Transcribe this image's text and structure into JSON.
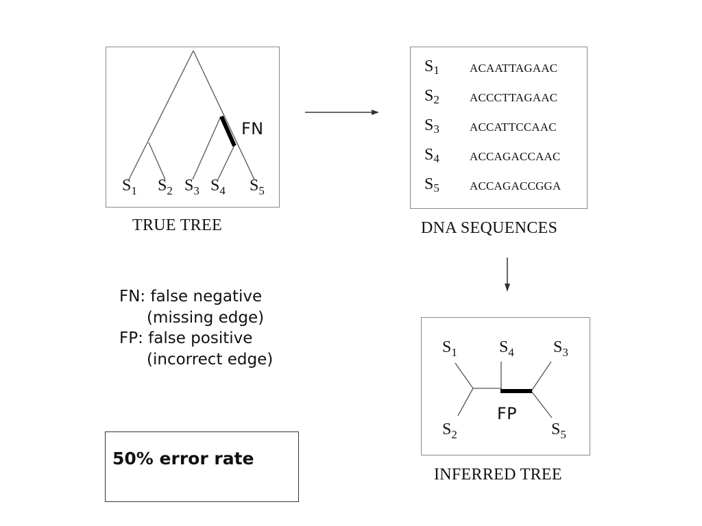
{
  "true_tree": {
    "caption": "TRUE TREE",
    "leaves": [
      {
        "label": "S",
        "index": "1"
      },
      {
        "label": "S",
        "index": "2"
      },
      {
        "label": "S",
        "index": "3"
      },
      {
        "label": "S",
        "index": "4"
      },
      {
        "label": "S",
        "index": "5"
      }
    ],
    "highlight_label": "FN"
  },
  "dna": {
    "caption": "DNA SEQUENCES",
    "rows": [
      {
        "label": "S",
        "index": "1",
        "sequence": "ACAATTAGAAC"
      },
      {
        "label": "S",
        "index": "2",
        "sequence": "ACCCTTAGAAC"
      },
      {
        "label": "S",
        "index": "3",
        "sequence": "ACCATTCCAAC"
      },
      {
        "label": "S",
        "index": "4",
        "sequence": "ACCAGACCAAC"
      },
      {
        "label": "S",
        "index": "5",
        "sequence": "ACCAGACCGGA"
      }
    ]
  },
  "inferred_tree": {
    "caption": "INFERRED TREE",
    "leaves": [
      {
        "label": "S",
        "index": "1"
      },
      {
        "label": "S",
        "index": "4"
      },
      {
        "label": "S",
        "index": "3"
      },
      {
        "label": "S",
        "index": "2"
      },
      {
        "label": "S",
        "index": "5"
      }
    ],
    "highlight_label": "FP"
  },
  "legend": {
    "fn_line": "FN: false negative",
    "fn_desc": "(missing edge)",
    "fp_line": "FP: false positive",
    "fp_desc": "(incorrect edge)"
  },
  "error_rate": "50% error rate"
}
